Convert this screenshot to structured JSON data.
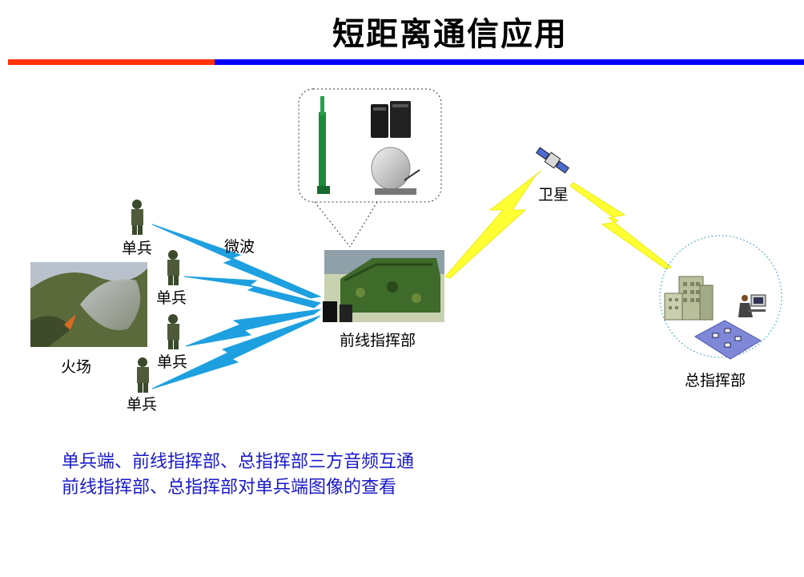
{
  "title": "短距离通信应用",
  "colors": {
    "accent_red": "#ff3300",
    "accent_blue": "#0000ff",
    "note_text": "#1a1acc",
    "microwave": "#1ea0e0",
    "satellite_link": "#ffff00"
  },
  "diagram": {
    "soldier_label": "单兵",
    "microwave_label": "微波",
    "fire_label": "火场",
    "front_command_label": "前线指挥部",
    "satellite_label": "卫星",
    "hq_label": "总指挥部"
  },
  "notes": [
    "单兵端、前线指挥部、总指挥部三方音频互通",
    "前线指挥部、总指挥部对单兵端图像的查看"
  ]
}
